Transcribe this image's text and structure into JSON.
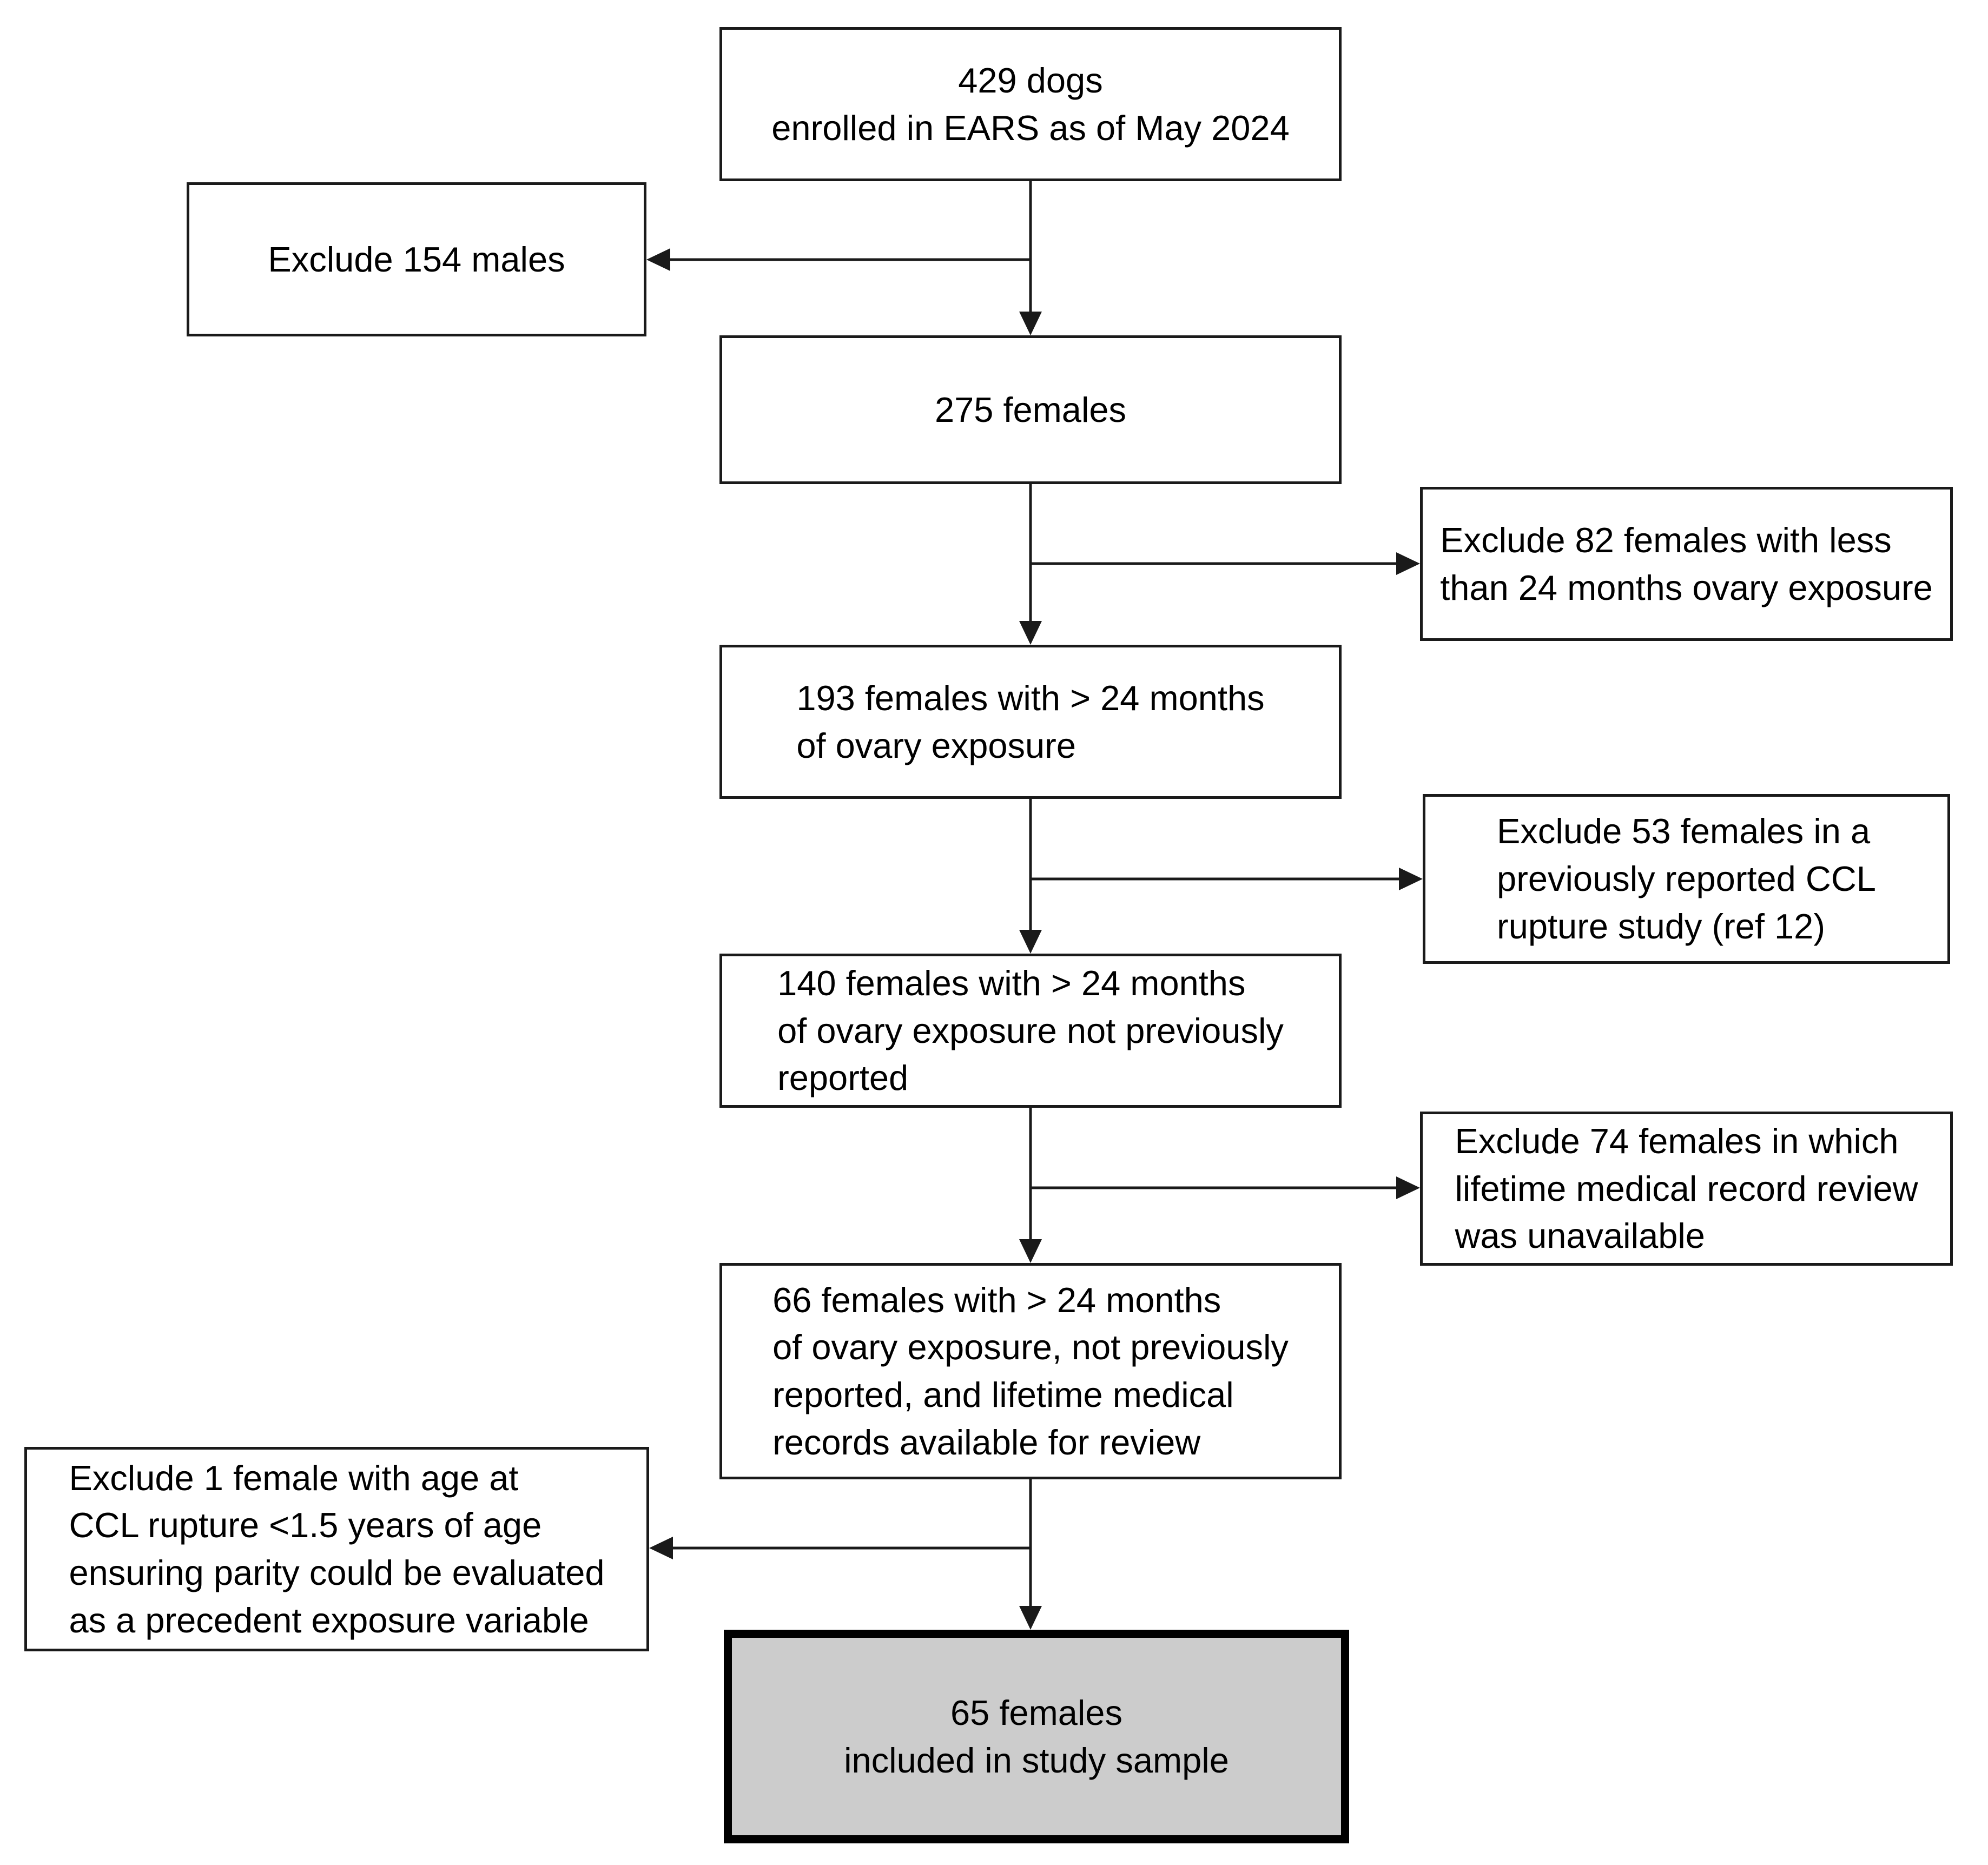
{
  "flowchart": {
    "boxes": {
      "enrolled": {
        "text": "429 dogs\nenrolled in EARS as of May 2024"
      },
      "exclude_males": {
        "text": "Exclude 154 males"
      },
      "females": {
        "text": "275 females"
      },
      "exclude_under_24mo": {
        "text": "Exclude 82 females with less\nthan 24 months ovary exposure"
      },
      "over_24mo": {
        "text": "193 females with > 24 months\nof ovary exposure"
      },
      "exclude_prior_study": {
        "text": "Exclude 53 females in a\npreviously reported CCL\nrupture study (ref 12)"
      },
      "not_previously_reported": {
        "text": "140 females with > 24 months\nof ovary exposure not previously\nreported"
      },
      "exclude_no_records": {
        "text": "Exclude 74 females in which\nlifetime medical record review\nwas unavailable"
      },
      "records_available": {
        "text": "66 females with > 24 months\nof ovary exposure, not previously\nreported, and lifetime medical\nrecords available for review"
      },
      "exclude_young_ccl": {
        "text": "Exclude 1 female with age at\nCCL rupture <1.5 years of age\nensuring parity could be evaluated\nas a precedent exposure variable"
      },
      "included": {
        "text": "65 females\nincluded in study sample"
      }
    },
    "colors": {
      "background": "#ffffff",
      "box_fill": "#ffffff",
      "box_border": "#1a1a1a",
      "final_box_fill": "#cccccc",
      "final_box_border": "#000000",
      "connector": "#1a1a1a"
    }
  }
}
